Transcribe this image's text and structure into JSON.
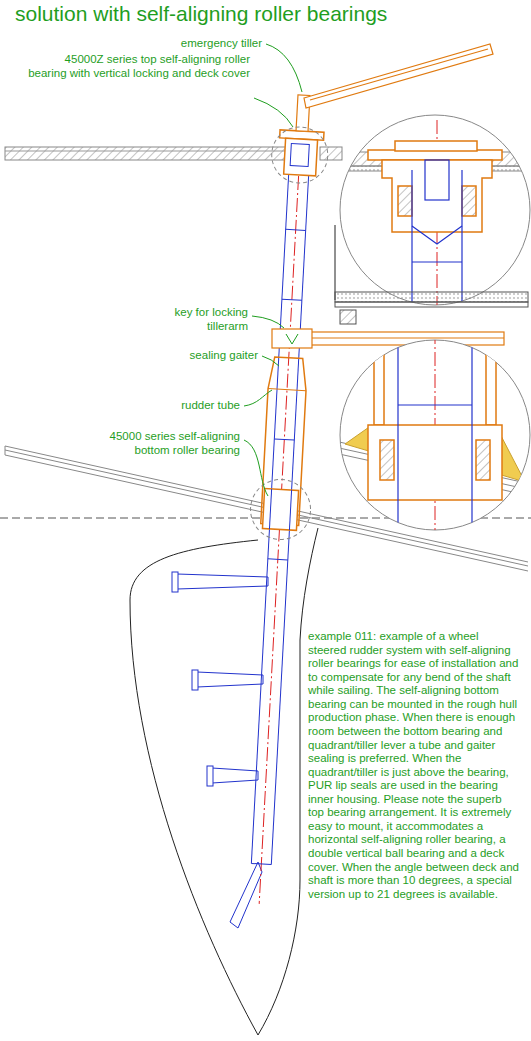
{
  "diagram": {
    "title": "solution with self-aligning roller bearings",
    "labels": [
      "emergency tiller",
      "45000Z series top self-aligning roller bearing with vertical locking and deck cover",
      "key for locking tillerarm",
      "sealing gaiter",
      "rudder tube",
      "45000 series self-aligning bottom roller bearing",
      "example 011: example of a wheel steered rudder system with self-aligning roller bearings for ease of installation and to compensate for any bend of the shaft while sailing. The self-aligning bottom bearing can be mounted in the rough hull production phase. When there is enough room between the bottom bearing and quadrant/tiller lever a tube and gaiter sealing is preferred. When the quadrant/tiller is just above the bearing, PUR lip seals are used in the bearing inner housing. Please note the superb top bearing arrangement. It is extremely easy to mount, it accommodates a horizontal self-aligning roller bearing, a double vertical ball bearing and a deck cover. When the angle between deck and shaft is more than 10 degrees, a special version up to 21 degrees is available."
    ]
  }
}
